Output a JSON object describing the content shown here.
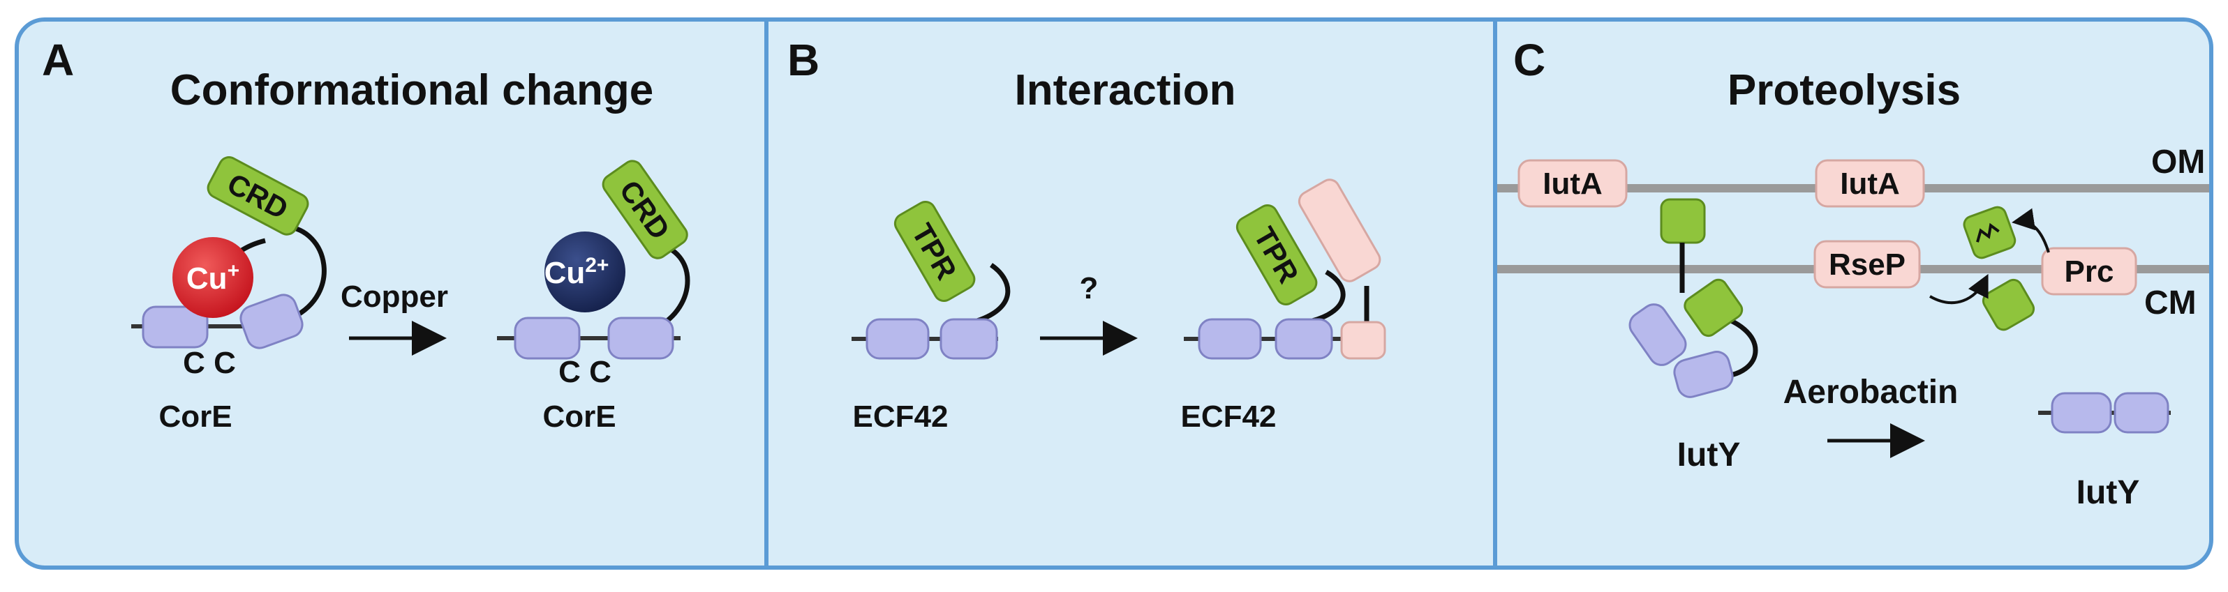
{
  "colors": {
    "panel_bg": "#d8ecf8",
    "panel_border": "#5b9bd5",
    "domain_purple": "#b7b9ec",
    "green": "#8fc43c",
    "pink": "#f9d7d3",
    "cu1_red": "#d8202a",
    "cu2_navy": "#1a2a5e",
    "membrane_gray": "#9a9a9a"
  },
  "panels": [
    {
      "letter": "A",
      "title": "Conformational change",
      "left_label": "CorE",
      "right_label": "CorE",
      "arrow_label": "Copper",
      "cys_left": "C C",
      "cys_right": "C C",
      "crd_left": "CRD",
      "crd_right": "CRD",
      "ion_left": "Cu+",
      "ion_right": "Cu2+"
    },
    {
      "letter": "B",
      "title": "Interaction",
      "left_label": "ECF42",
      "right_label": "ECF42",
      "arrow_label": "?",
      "tpr_left": "TPR",
      "tpr_right": "TPR"
    },
    {
      "letter": "C",
      "title": "Proteolysis",
      "om": "OM",
      "cm": "CM",
      "iuta_1": "IutA",
      "iuta_2": "IutA",
      "rsep": "RseP",
      "prc": "Prc",
      "iuty_left": "IutY",
      "iuty_right": "IutY",
      "arrow_label": "Aerobactin"
    }
  ]
}
